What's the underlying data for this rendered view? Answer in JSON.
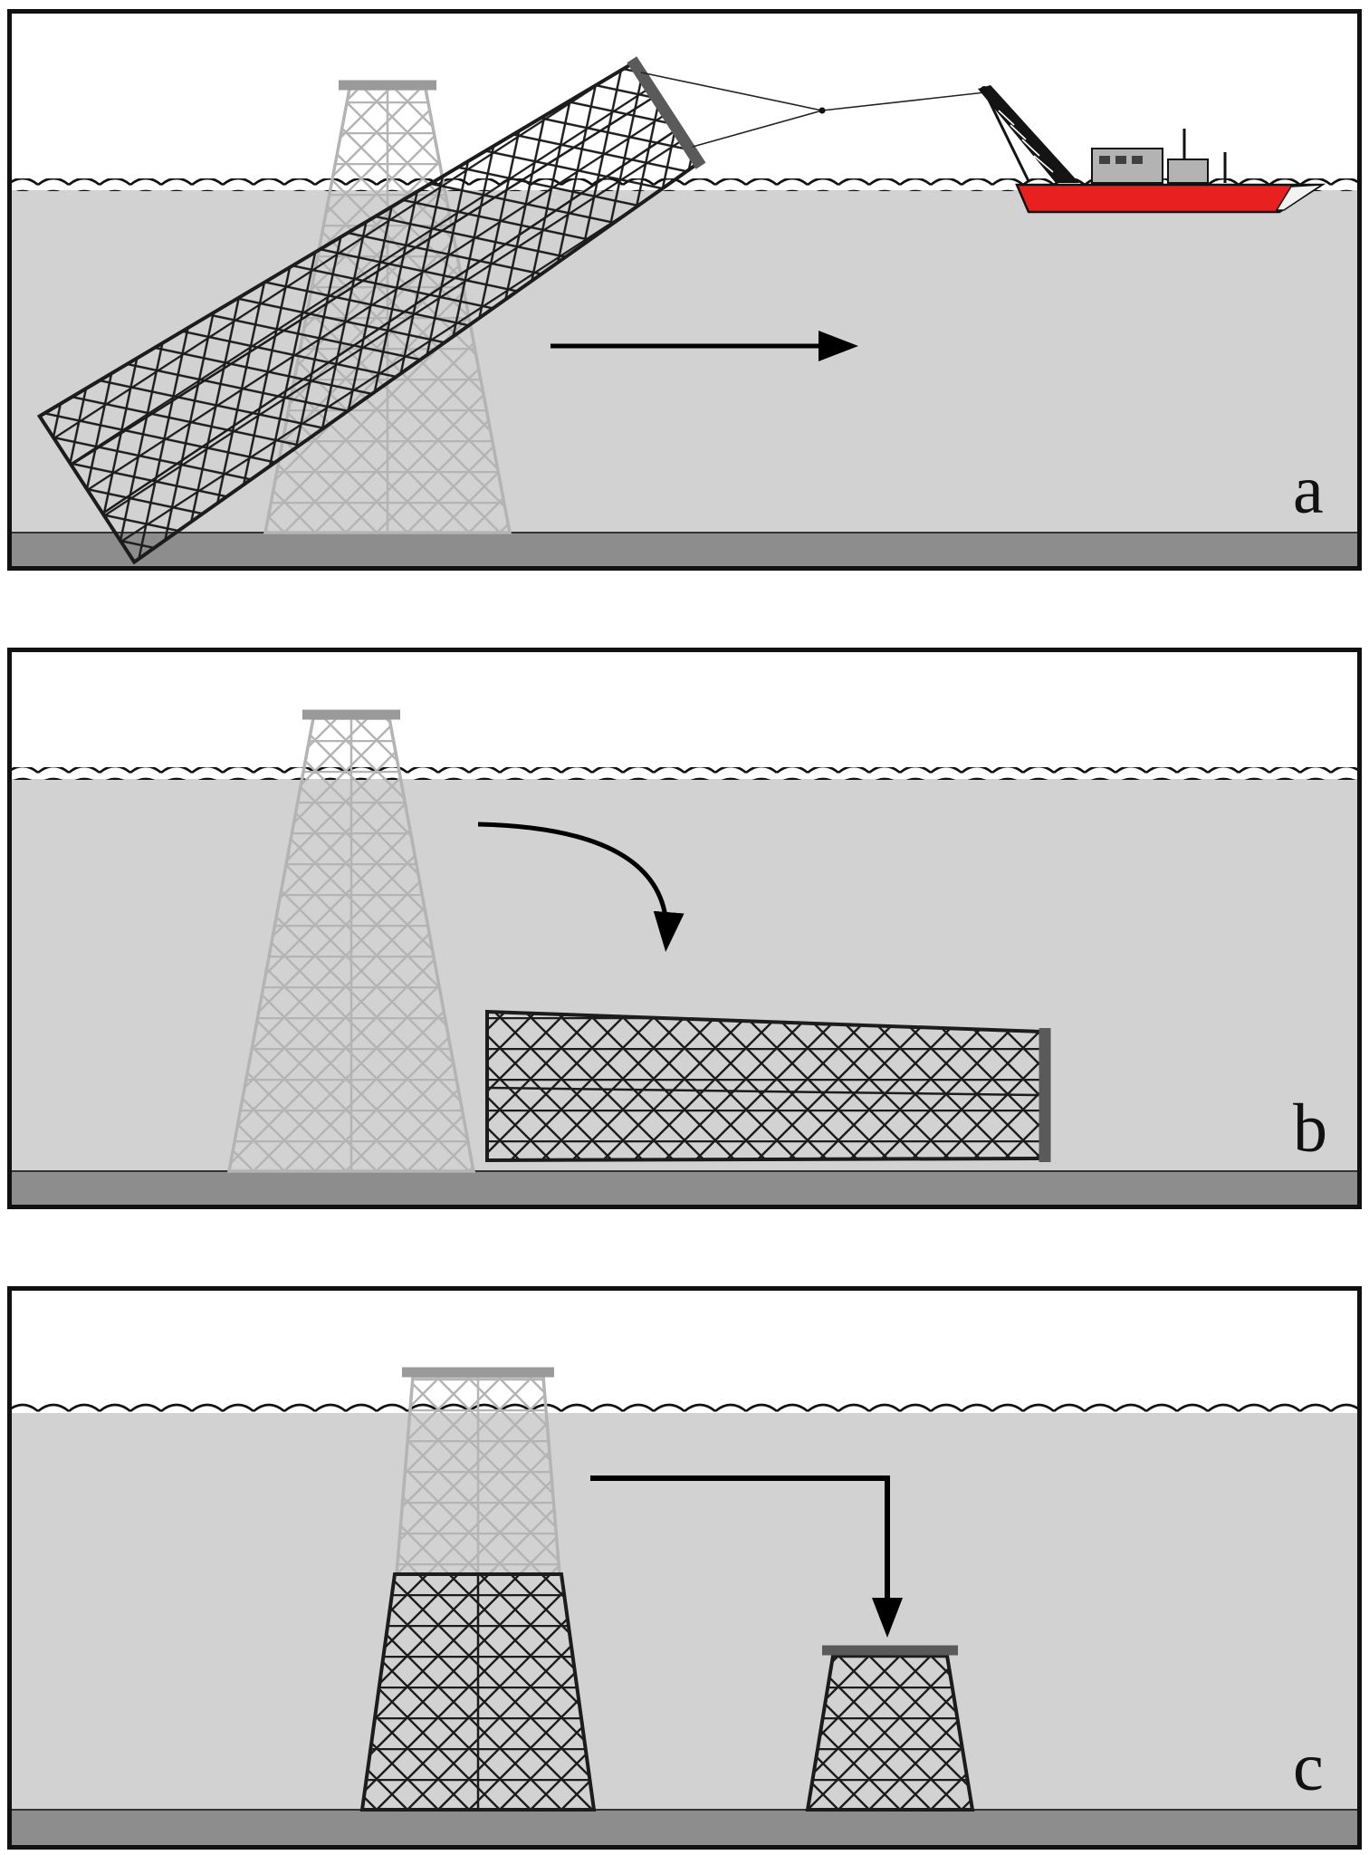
{
  "figure": {
    "panels": [
      {
        "label": "a"
      },
      {
        "label": "b"
      },
      {
        "label": "c"
      }
    ]
  },
  "colors": {
    "sky": "#ffffff",
    "water": "#d2d2d2",
    "seabed": "#8d8d8d",
    "outline": "#111111",
    "jacket_dark": "#1c1c1c",
    "jacket_ghost": "#b4b4b4",
    "deck_cap": "#5a5a5a",
    "ghost_cap": "#9a9a9a",
    "ship_hull_red": "#e8201f",
    "ship_superstructure": "#b3b3b3",
    "arrow": "#000000"
  }
}
